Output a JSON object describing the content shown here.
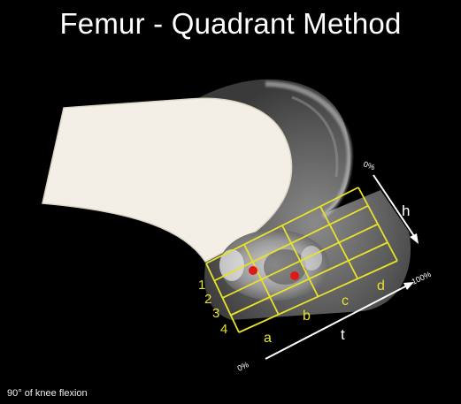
{
  "title": "Femur - Quadrant Method",
  "caption": "90° of knee flexion",
  "grid": {
    "row_labels": [
      "1",
      "2",
      "3",
      "4"
    ],
    "column_labels": [
      "a",
      "b",
      "c",
      "d"
    ]
  },
  "axes": {
    "h": {
      "label": "h",
      "start": "0%"
    },
    "t": {
      "label": "t",
      "start": "0%",
      "end": "100%"
    }
  },
  "colors": {
    "grid": "#e8e22a",
    "marker": "#e01818",
    "background": "#000000",
    "bone": "#f3efe6"
  },
  "markers": 2
}
